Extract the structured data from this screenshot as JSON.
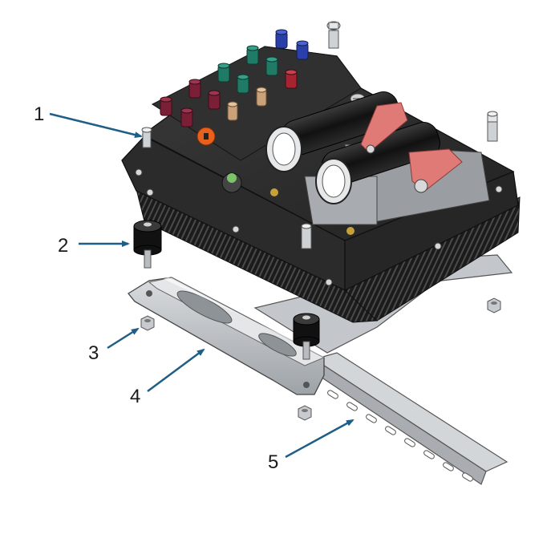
{
  "figure": {
    "callouts": [
      {
        "label": "1",
        "part": "housing-module"
      },
      {
        "label": "2",
        "part": "rubber-vibration-mount"
      },
      {
        "label": "3",
        "part": "hex-nut"
      },
      {
        "label": "4",
        "part": "mounting-bracket"
      },
      {
        "label": "5",
        "part": "din-rail"
      }
    ],
    "colors": {
      "leader": "#1f5e86",
      "housing": "#2a2a2a",
      "housing_fins": "#1b1b1b",
      "bracket": "#b9bcc0",
      "rail": "#c8cbcf",
      "connector_burgundy": "#7a1f35",
      "connector_teal": "#1f7a66",
      "connector_blue": "#2a3fa8",
      "strap": "#e07a76",
      "orange_dot": "#e8601c"
    }
  }
}
